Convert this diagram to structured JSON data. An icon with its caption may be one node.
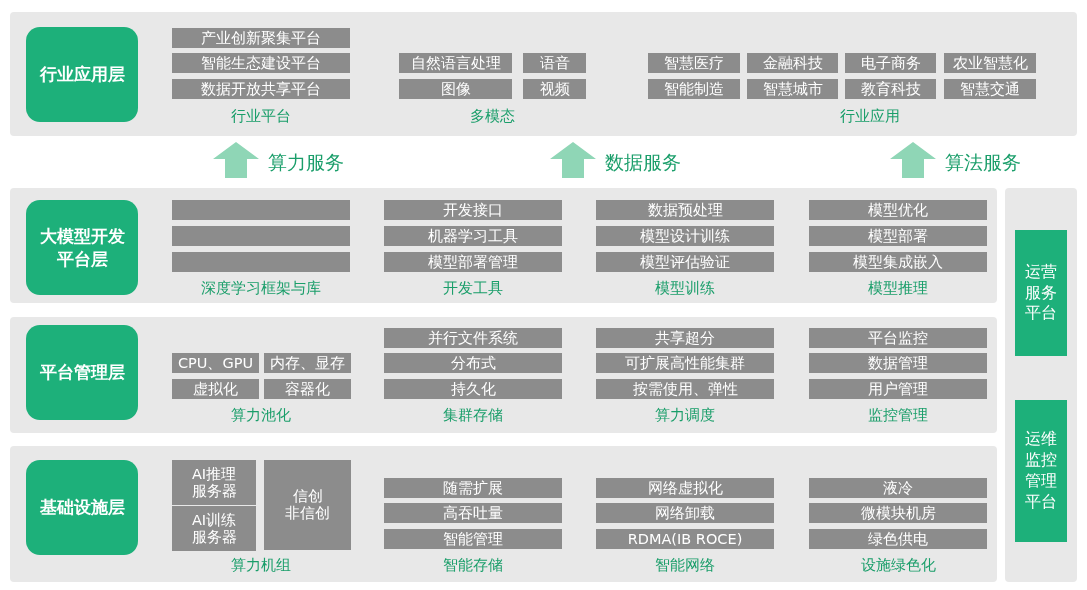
{
  "diagram": {
    "nodes": [
      {
        "text": [
          "行业应用层"
        ]
      },
      {
        "text": [
          "产业创新聚集平台"
        ]
      },
      {
        "text": [
          "智能生态建设平台"
        ]
      },
      {
        "text": [
          "数据开放共享平台"
        ]
      },
      {
        "text": [
          "自然语言处理"
        ]
      },
      {
        "text": [
          "语音"
        ]
      },
      {
        "text": [
          "图像"
        ]
      },
      {
        "text": [
          "视频"
        ]
      },
      {
        "text": [
          "智慧医疗"
        ]
      },
      {
        "text": [
          "金融科技"
        ]
      },
      {
        "text": [
          "电子商务"
        ]
      },
      {
        "text": [
          "农业智慧化"
        ]
      },
      {
        "text": [
          "智能制造"
        ]
      },
      {
        "text": [
          "智慧城市"
        ]
      },
      {
        "text": [
          "教育科技"
        ]
      },
      {
        "text": [
          "智慧交通"
        ]
      },
      {
        "text": [
          "大模型开发平台层"
        ]
      },
      {
        "text": [],
        "shape": "box"
      },
      {
        "text": [],
        "shape": "box"
      },
      {
        "text": [],
        "shape": "box"
      },
      {
        "text": [
          "开发接口"
        ]
      },
      {
        "text": [
          "机器学习工具"
        ]
      },
      {
        "text": [
          "模型部署管理"
        ]
      },
      {
        "text": [
          "数据预处理"
        ]
      },
      {
        "text": [
          "模型设计训练"
        ]
      },
      {
        "text": [
          "模型评估验证"
        ]
      },
      {
        "text": [
          "模型优化"
        ]
      },
      {
        "text": [
          "模型部署"
        ]
      },
      {
        "text": [
          "模型集成嵌入"
        ]
      },
      {
        "text": [
          "运营服务平台"
        ]
      },
      {
        "text": [
          "平台管理层"
        ]
      },
      {
        "text": [
          "CPU、GPU"
        ]
      },
      {
        "text": [
          "内存、显存"
        ]
      },
      {
        "text": [
          "虚拟化"
        ]
      },
      {
        "text": [
          "容器化"
        ]
      },
      {
        "text": [
          "并行文件系统"
        ]
      },
      {
        "text": [
          "分布式"
        ]
      },
      {
        "text": [
          "持久化"
        ]
      },
      {
        "text": [
          "共享超分"
        ]
      },
      {
        "text": [
          "可扩展高性能集群"
        ]
      },
      {
        "text": [
          "按需使用、弹性"
        ]
      },
      {
        "text": [
          "平台监控"
        ]
      },
      {
        "text": [
          "数据管理"
        ]
      },
      {
        "text": [
          "用户管理"
        ]
      },
      {
        "text": [
          "运维监控管理平台"
        ]
      },
      {
        "text": [
          "基础设施层"
        ]
      },
      {
        "text": [
          "AI推理服务器"
        ]
      },
      {
        "text": [
          "AI训练服务器"
        ]
      },
      {
        "text": [
          "信创",
          "非信创"
        ]
      },
      {
        "text": [
          "随需扩展"
        ]
      },
      {
        "text": [
          "高吞吐量"
        ]
      },
      {
        "text": [
          "智能管理"
        ]
      },
      {
        "text": [
          "网络虚拟化"
        ]
      },
      {
        "text": [
          "网络卸载"
        ]
      },
      {
        "text": [
          "RDMA(IB ROCE)"
        ]
      },
      {
        "text": [
          "液冷"
        ]
      },
      {
        "text": [
          "微模块机房"
        ]
      },
      {
        "text": [
          "绿色供电"
        ]
      }
    ],
    "labels": [
      "行业平台",
      "多模态",
      "行业应用",
      "算力服务",
      "数据服务",
      "算法服务",
      "深度学习框架与库",
      "开发工具",
      "模型训练",
      "模型推理",
      "算力池化",
      "集群存储",
      "算力调度",
      "监控管理",
      "算力机组",
      "智能存储",
      "智能网络",
      "设施绿色化"
    ]
  }
}
